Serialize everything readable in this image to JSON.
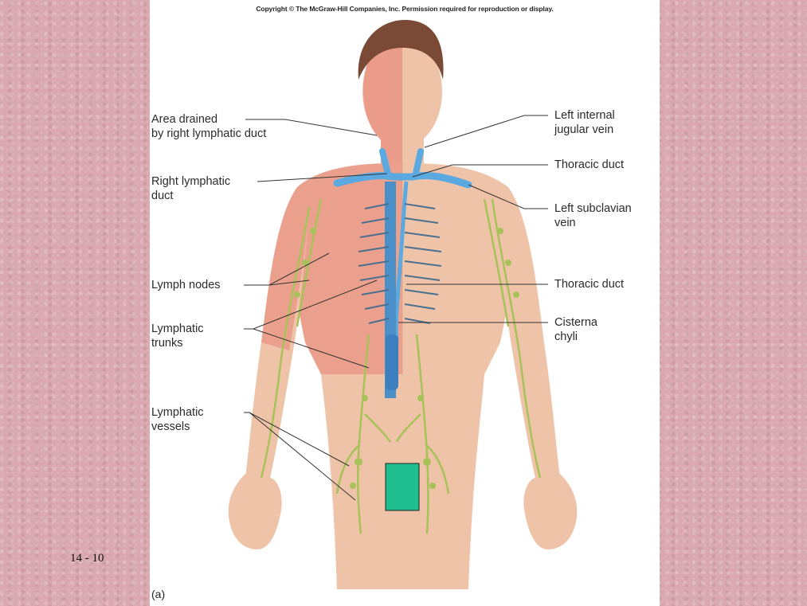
{
  "slide": {
    "number": "14 - 10",
    "colors": {
      "background": "#d9a8b0",
      "panel": "#ffffff",
      "marker": "#1fbf8f"
    }
  },
  "figure": {
    "copyright": "Copyright © The McGraw-Hill Companies, Inc. Permission required for reproduction or display.",
    "panel_tag": "(a)",
    "labels_left": {
      "area_drained": [
        "Area drained",
        "by right lymphatic duct"
      ],
      "right_lymphatic_duct": [
        "Right lymphatic",
        "duct"
      ],
      "lymph_nodes": [
        "Lymph nodes"
      ],
      "lymphatic_trunks": [
        "Lymphatic",
        "trunks"
      ],
      "lymphatic_vessels": [
        "Lymphatic",
        "vessels"
      ]
    },
    "labels_right": {
      "left_internal_jugular": [
        "Left internal",
        "jugular vein"
      ],
      "thoracic_duct_upper": [
        "Thoracic duct"
      ],
      "left_subclavian": [
        "Left subclavian",
        "vein"
      ],
      "thoracic_duct_lower": [
        "Thoracic duct"
      ],
      "cisterna_chyli": [
        "Cisterna",
        "chyli"
      ]
    },
    "colors": {
      "skin": "#efc3a8",
      "skin_shade": "#e0a58a",
      "drained_area": "#e99484",
      "vessel": "#a8c25a",
      "duct": "#5aa9e0",
      "hair": "#7a4a36"
    }
  }
}
